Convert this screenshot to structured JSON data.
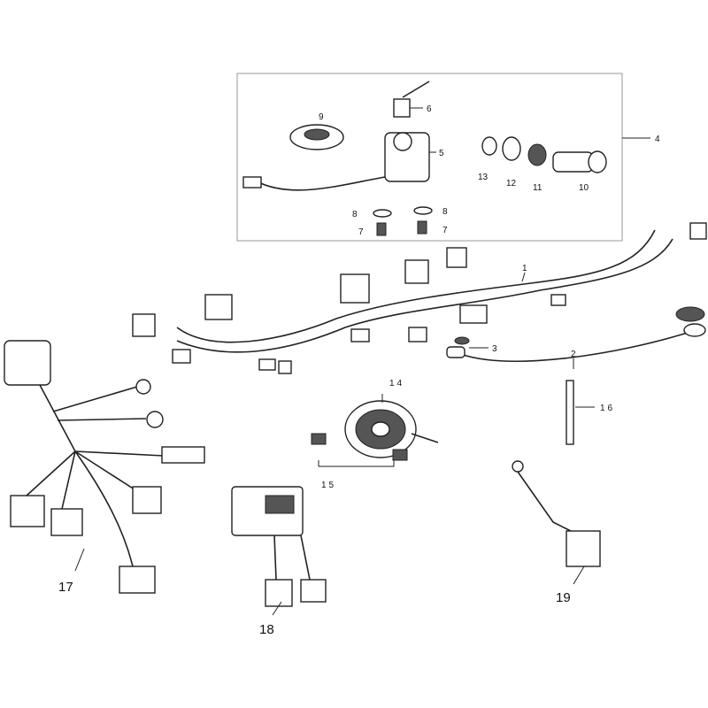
{
  "diagram": {
    "callouts": {
      "c1": "1",
      "c2": "2",
      "c3": "3",
      "c4": "4",
      "c5": "5",
      "c6": "6",
      "c7a": "7",
      "c7b": "7",
      "c8a": "8",
      "c8b": "8",
      "c9": "9",
      "c10": "10",
      "c11": "11",
      "c12": "12",
      "c13": "13",
      "c14": "14",
      "c15": "15",
      "c16": "16",
      "c17": "17",
      "c18": "18",
      "c19": "19"
    }
  }
}
